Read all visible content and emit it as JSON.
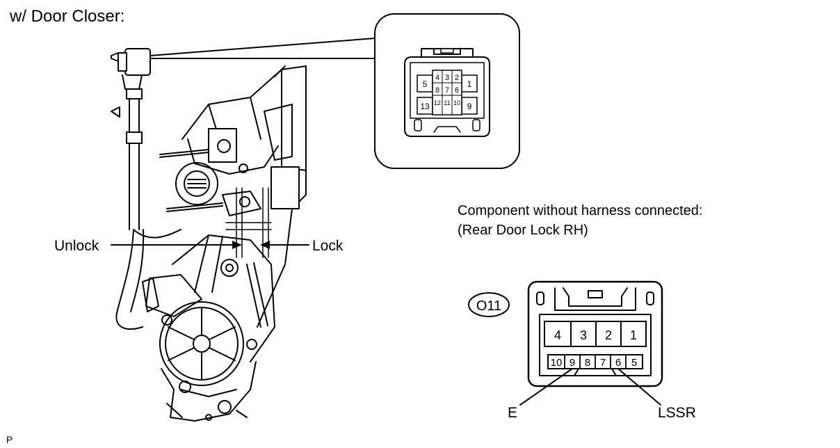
{
  "title": "w/ Door Closer:",
  "component_note": {
    "line1": "Component without harness connected:",
    "line2": "(Rear Door Lock RH)"
  },
  "labels": {
    "unlock": "Unlock",
    "lock": "Lock",
    "connector_id": "O11",
    "pin_e": "E",
    "pin_lssr": "LSSR",
    "figure_code": "P"
  },
  "small_connector": {
    "pins_upper": [
      "4",
      "3",
      "2"
    ],
    "pins_middle": [
      "8",
      "7",
      "6"
    ],
    "pins_lower": [
      "12",
      "11",
      "10"
    ],
    "pin_left_top": "5",
    "pin_right_top": "1",
    "pin_left_bottom": "13",
    "pin_right_bottom": "9"
  },
  "large_connector": {
    "row_top": [
      "4",
      "3",
      "2",
      "1"
    ],
    "row_bottom": [
      "10",
      "9",
      "8",
      "7",
      "6",
      "5"
    ]
  }
}
